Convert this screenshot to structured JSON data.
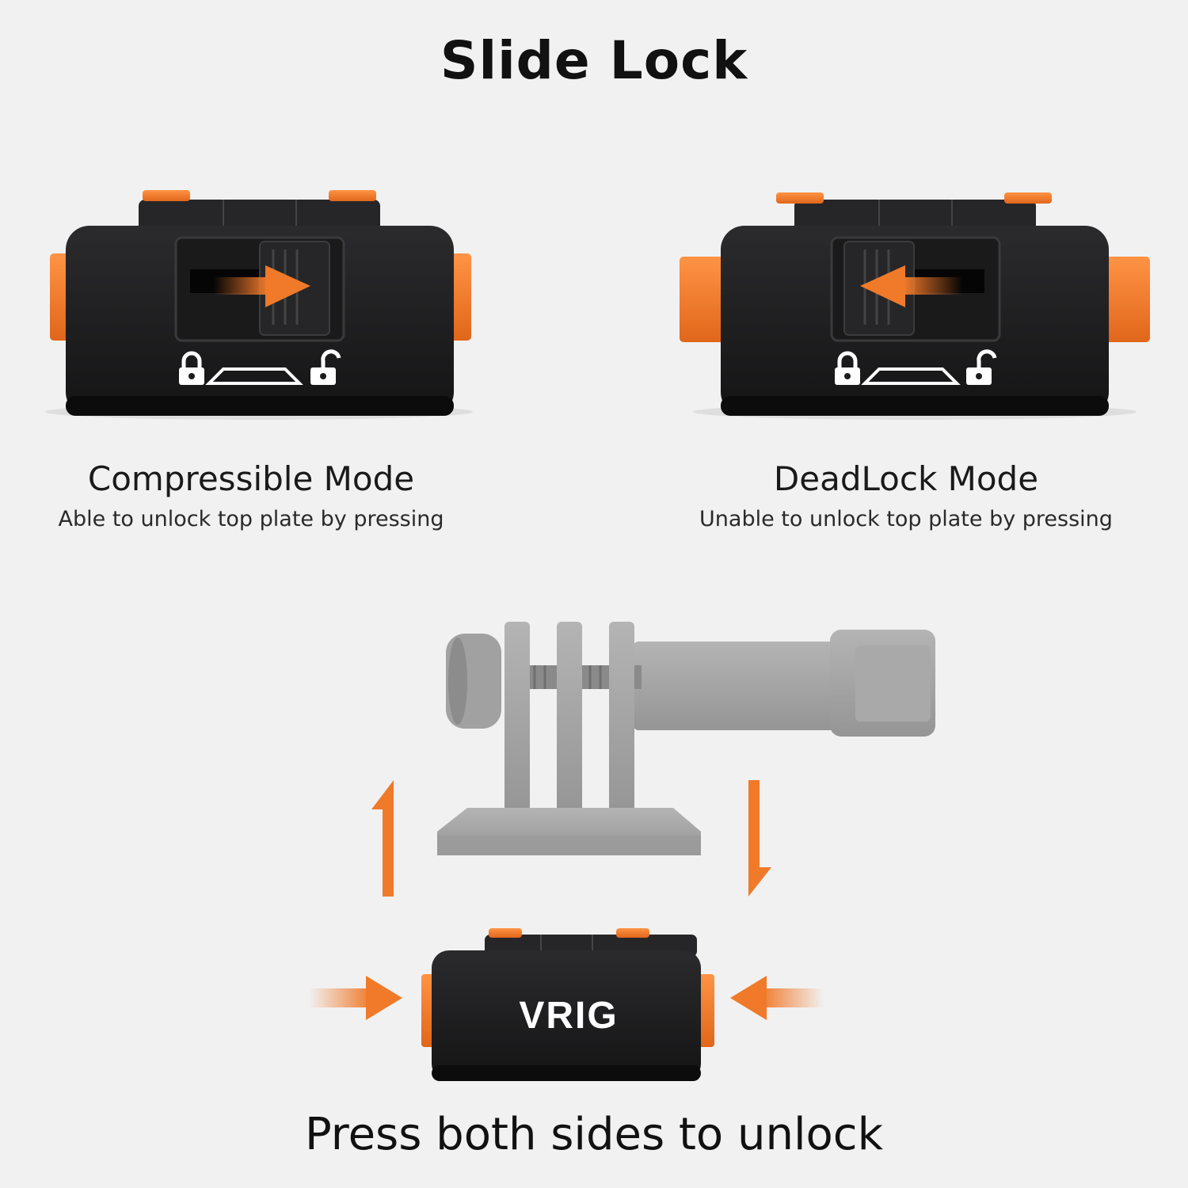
{
  "title": "Slide Lock",
  "modes": [
    {
      "name": "Compressible Mode",
      "description": "Able to unlock top plate by pressing"
    },
    {
      "name": "DeadLock Mode",
      "description": "Unable to unlock top plate by pressing"
    }
  ],
  "brand_logo": "VRIG",
  "instruction": "Press both sides to unlock",
  "colors": {
    "accent_orange": "#f07a2a",
    "body_black": "#1c1c1e",
    "adapter_gray": "#a3a3a3",
    "background": "#f1f1f1"
  },
  "icons": [
    "lock-icon",
    "unlock-icon",
    "slide-arrow-icon",
    "press-arrow-icon",
    "lift-arrow-icon"
  ]
}
